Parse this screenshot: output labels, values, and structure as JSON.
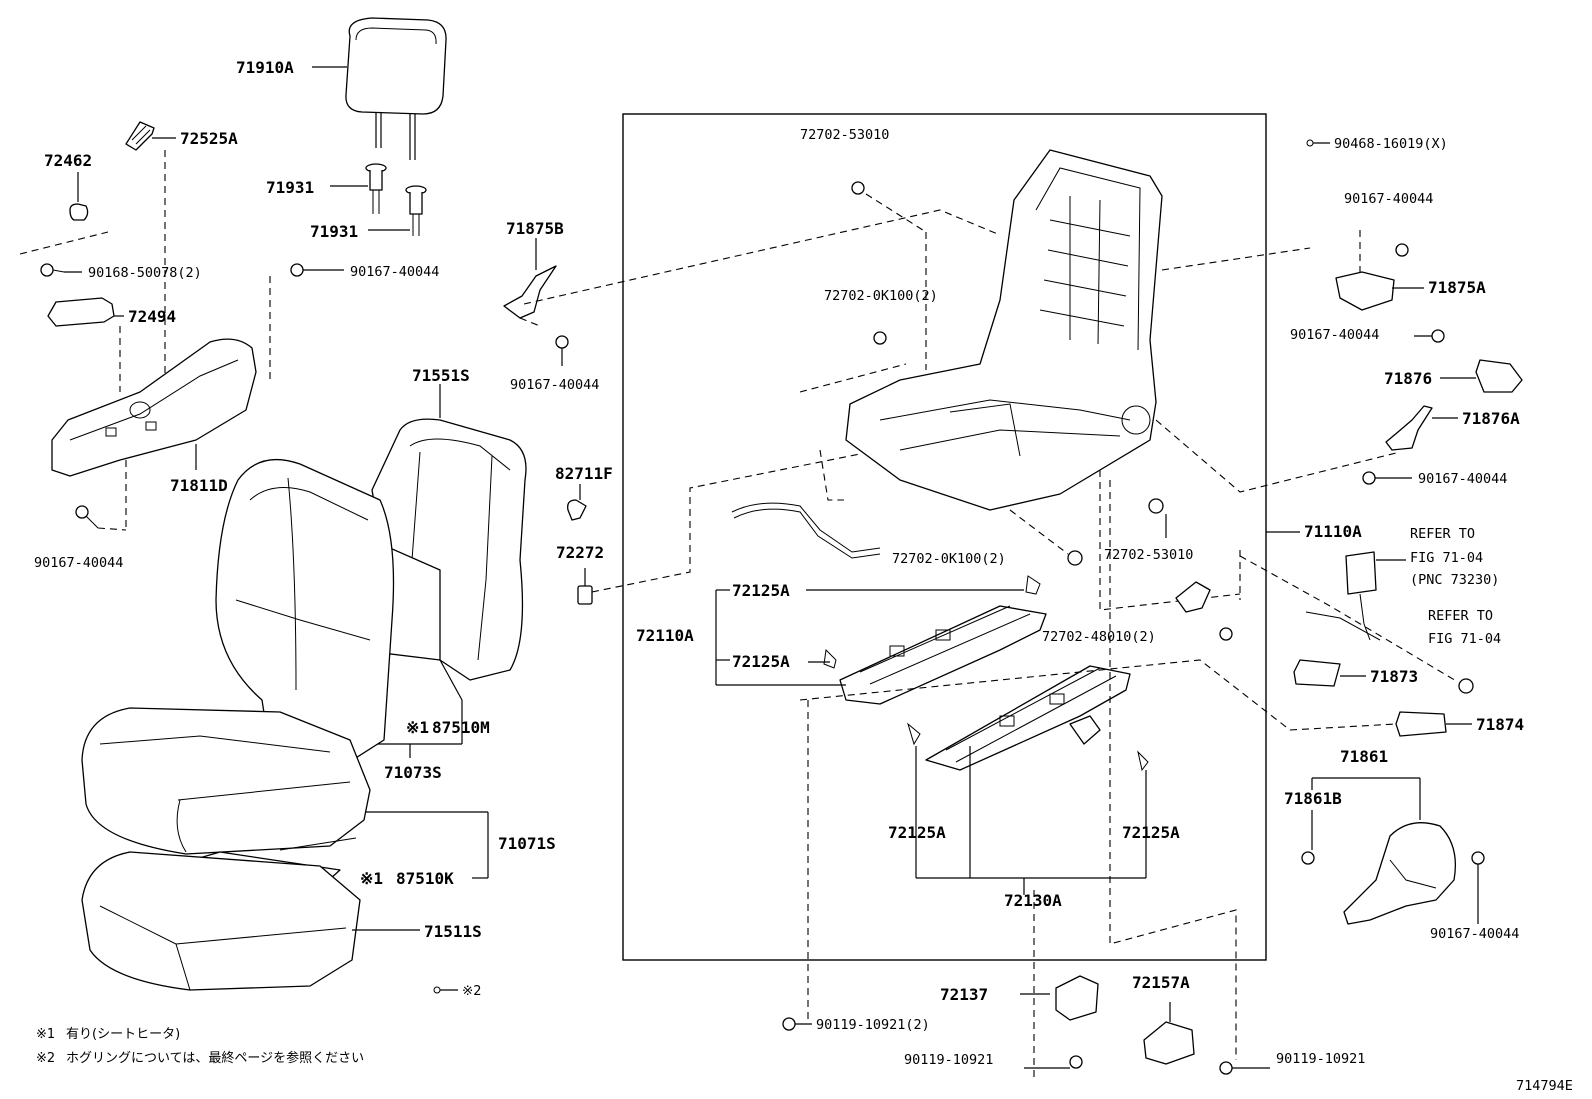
{
  "diagram_id": "714794E",
  "labels": {
    "p71910A": "71910A",
    "p72525A": "72525A",
    "p72462": "72462",
    "p71931a": "71931",
    "p71931b": "71931",
    "p90168": "90168-50078(2)",
    "p90167_a": "90167-40044",
    "p72494": "72494",
    "p71811D": "71811D",
    "p90167_b": "90167-40044",
    "p71875B": "71875B",
    "p90167_c": "90167-40044",
    "p71551S": "71551S",
    "p82711F": "82711F",
    "p72272": "72272",
    "p87510M": "87510M",
    "p71073S": "71073S",
    "p71071S": "71071S",
    "p87510K": "87510K",
    "p71511S": "71511S",
    "p72702_53010a": "72702-53010",
    "p72702_0K100a": "72702-0K100(2)",
    "p72702_0K100b": "72702-0K100(2)",
    "p72702_53010b": "72702-53010",
    "p72125A_1": "72125A",
    "p72110A": "72110A",
    "p72125A_2": "72125A",
    "p72702_48010": "72702-48010(2)",
    "p72125A_3": "72125A",
    "p72125A_4": "72125A",
    "p72130A": "72130A",
    "p72137": "72137",
    "p72157A": "72157A",
    "p90119_a": "90119-10921(2)",
    "p90119_b": "90119-10921",
    "p90119_c": "90119-10921",
    "p90468": "90468-16019(X)",
    "p90167_d": "90167-40044",
    "p71875A": "71875A",
    "p90167_e": "90167-40044",
    "p71876": "71876",
    "p71876A": "71876A",
    "p90167_f": "90167-40044",
    "p71110A": "71110A",
    "refer1_l1": "REFER TO",
    "refer1_l2": "FIG 71-04",
    "refer1_l3": "(PNC 73230)",
    "refer2_l1": "REFER TO",
    "refer2_l2": "FIG 71-04",
    "p71873": "71873",
    "p71874": "71874",
    "p71861": "71861",
    "p71861B": "71861B",
    "p90167_g": "90167-40044",
    "mark1": "※1",
    "mark2": "※1",
    "mark_legend2": "※2"
  },
  "notes": {
    "n1_mark": "※1",
    "n1_text": "有り(シートヒータ)",
    "n2_mark": "※2",
    "n2_text": "ホグリングについては、最終ページを参照ください"
  }
}
